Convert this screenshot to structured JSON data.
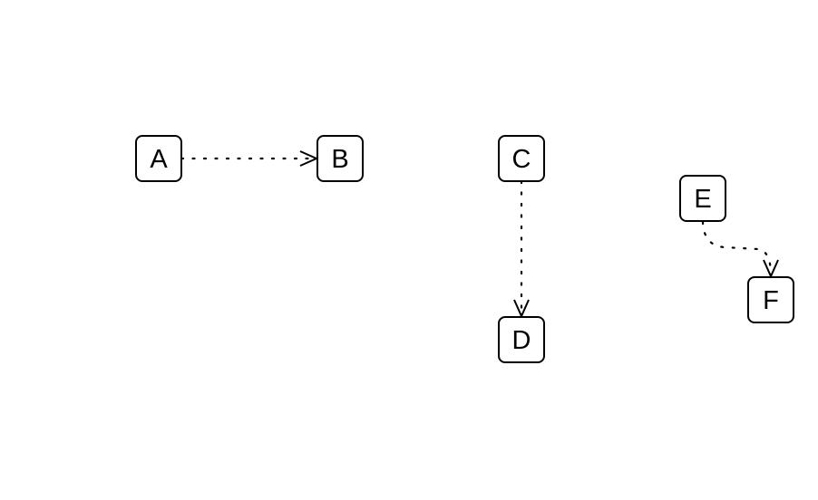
{
  "diagram": {
    "nodes": [
      {
        "id": "A",
        "label": "A"
      },
      {
        "id": "B",
        "label": "B"
      },
      {
        "id": "C",
        "label": "C"
      },
      {
        "id": "D",
        "label": "D"
      },
      {
        "id": "E",
        "label": "E"
      },
      {
        "id": "F",
        "label": "F"
      }
    ],
    "edges": [
      {
        "from": "A",
        "to": "B",
        "style": "dotted",
        "arrowhead": "open"
      },
      {
        "from": "C",
        "to": "D",
        "style": "dotted",
        "arrowhead": "open"
      },
      {
        "from": "E",
        "to": "F",
        "style": "dotted",
        "arrowhead": "open"
      }
    ],
    "colors": {
      "stroke": "#000000",
      "background": "#ffffff"
    }
  }
}
